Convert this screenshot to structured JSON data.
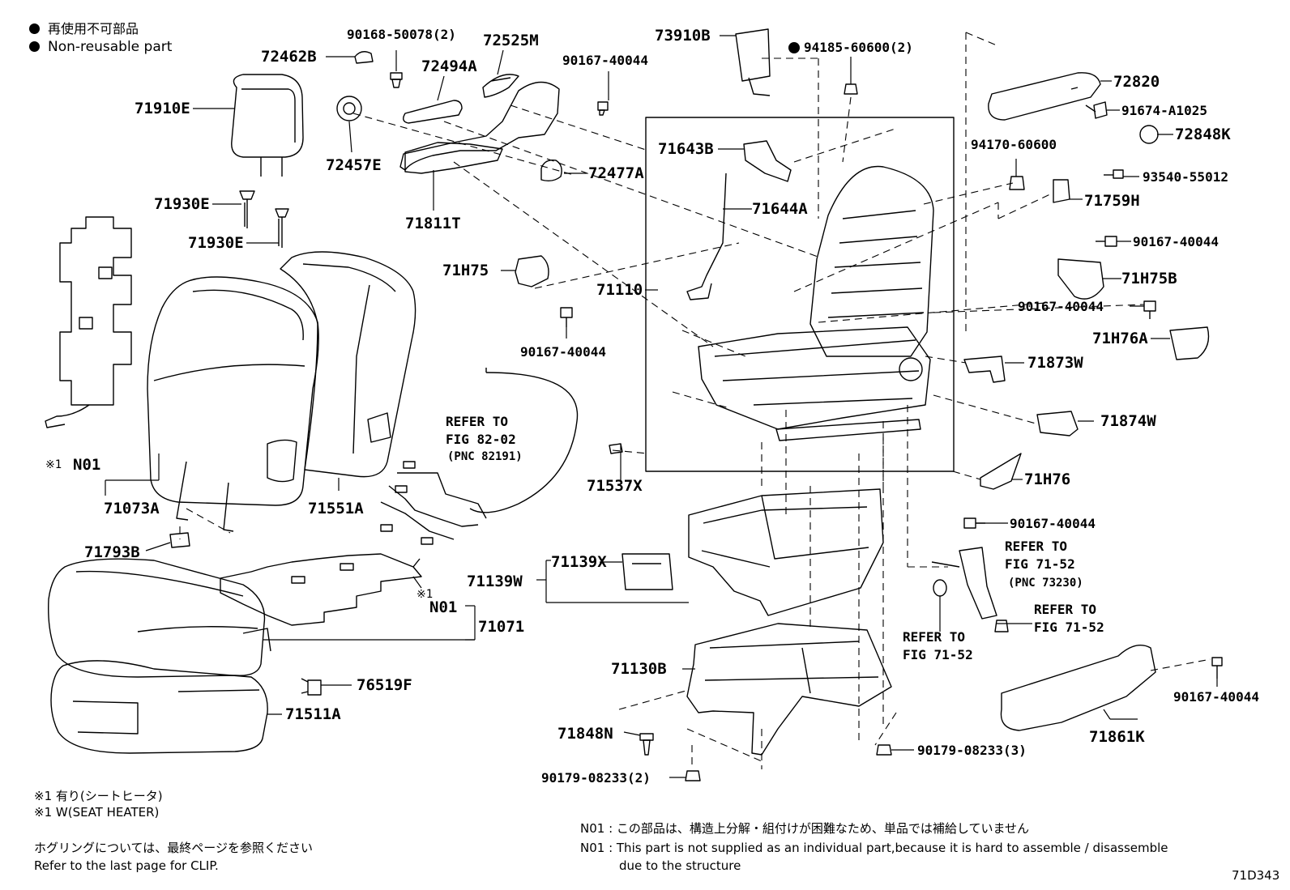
{
  "legend": {
    "jp": "再使用不可部品",
    "en": "Non-reusable part"
  },
  "parts": {
    "p72462B": "72462B",
    "p90168": "90168-50078(2)",
    "p72525M": "72525M",
    "p72494A": "72494A",
    "p90167_a": "90167-40044",
    "p73910B": "73910B",
    "p94185": "94185-60600(2)",
    "p71910E": "71910E",
    "p72457E": "72457E",
    "p72477A": "72477A",
    "p71811T": "71811T",
    "p71930E_a": "71930E",
    "p71930E_b": "71930E",
    "p72820": "72820",
    "p91674": "91674-A1025",
    "p72848K": "72848K",
    "p71643B": "71643B",
    "p71644A": "71644A",
    "p94170": "94170-60600",
    "p93540": "93540-55012",
    "p71759H": "71759H",
    "p90167_b": "90167-40044",
    "p71H75B": "71H75B",
    "p71H75": "71H75",
    "p71110": "71110",
    "p90167_c": "90167-40044",
    "p90167_d": "90167-40044",
    "p71H76A": "71H76A",
    "p71873W": "71873W",
    "p71874W": "71874W",
    "p71H76": "71H76",
    "p90167_e": "90167-40044",
    "pN01_a": "N01",
    "p71073A": "71073A",
    "p71551A": "71551A",
    "p71537X": "71537X",
    "p71793B": "71793B",
    "p71139X": "71139X",
    "p71139W": "71139W",
    "pN01_b": "N01",
    "p71071": "71071",
    "p76519F": "76519F",
    "p71511A": "71511A",
    "p71130B": "71130B",
    "p71848N": "71848N",
    "p90179_2": "90179-08233(2)",
    "p90179_3": "90179-08233(3)",
    "p71861K": "71861K",
    "p90167_f": "90167-40044"
  },
  "refs": {
    "r8202_a": "REFER TO",
    "r8202_b": "FIG 82-02",
    "r8202_c": "(PNC 82191)",
    "r7152a_a": "REFER TO",
    "r7152a_b": "FIG 71-52",
    "r7152a_c": "(PNC 73230)",
    "r7152b_a": "REFER TO",
    "r7152b_b": "FIG 71-52",
    "r7152c_a": "REFER TO",
    "r7152c_b": "FIG 71-52"
  },
  "marks": {
    "x1": "※1",
    "x1b": "※1"
  },
  "footnotes": {
    "heater_jp": "※1  有り(シートヒータ)",
    "heater_en": "※1  W(SEAT HEATER)",
    "clip_jp": "ホグリングについては、最終ページを参照ください",
    "clip_en": "Refer to the last page for CLIP.",
    "n01_jp": "N01 : この部品は、構造上分解・組付けが困難なため、単品では補給していません",
    "n01_en_1": "N01 : This part is not supplied as an individual part,because it is hard to assemble / disassemble",
    "n01_en_2": "due to the structure",
    "fig_id": "71D343"
  }
}
